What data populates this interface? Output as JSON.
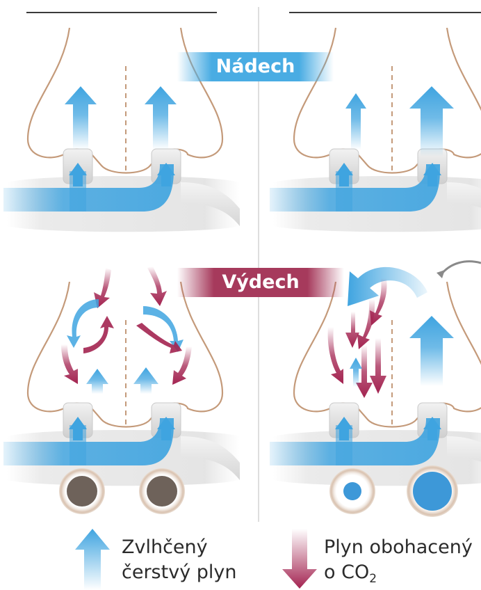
{
  "banners": {
    "inhale": "Nádech",
    "exhale": "Výdech"
  },
  "legend": {
    "fresh_gas_line1": "Zvlhčený",
    "fresh_gas_line2": "čerstvý plyn",
    "co2_gas_line1": "Plyn obohacený",
    "co2_gas_prefix": "o CO",
    "co2_gas_subscript": "2"
  },
  "colors": {
    "fresh_gas": "#3fa4e0",
    "co2_gas": "#a32350",
    "inhale_banner": "#49ace3",
    "exhale_banner": "#a63a5c",
    "nose_outline": "#c49a7a",
    "cannula": "#e3e3e3"
  },
  "icons": [
    "nose-outline",
    "nasal-cannula",
    "up-arrow",
    "down-arrow",
    "curved-arrow",
    "nostril-circle"
  ]
}
